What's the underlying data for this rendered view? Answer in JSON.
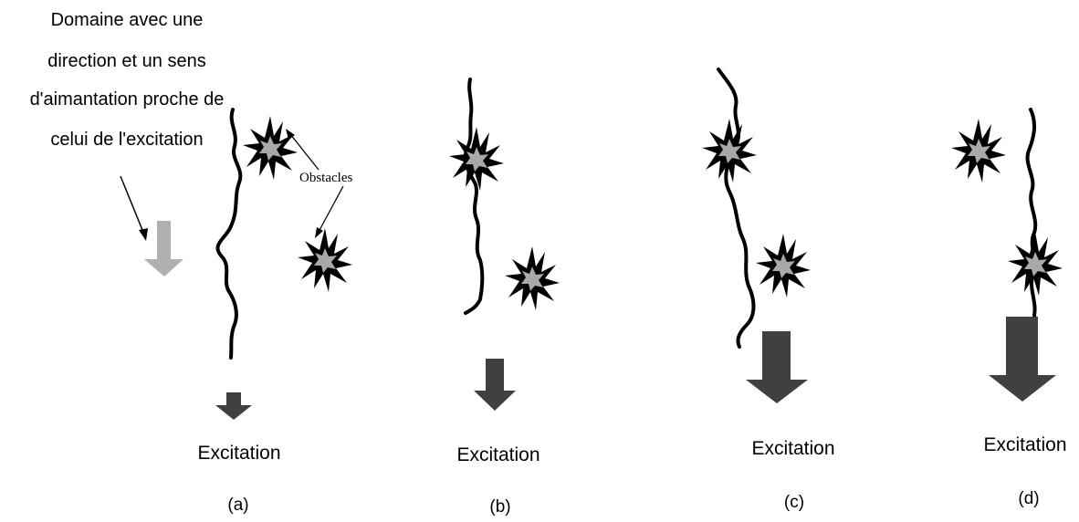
{
  "domain_note_label": {
    "line1": "Domaine avec une",
    "line2": "direction et un sens",
    "line3": "d'aimantation proche de",
    "line4": "celui de l'excitation"
  },
  "obstacles_label": "Obstacles",
  "panels": [
    {
      "excitation_label": "Excitation",
      "caption": "(a)"
    },
    {
      "excitation_label": "Excitation",
      "caption": "(b)"
    },
    {
      "excitation_label": "Excitation",
      "caption": "(c)"
    },
    {
      "excitation_label": "Excitation",
      "caption": "(d)"
    }
  ],
  "colors": {
    "wall": "#000000",
    "obstacle_outer": "#000000",
    "obstacle_inner": "#a9a9a9",
    "excitation_arrow": "#404040",
    "domain_arrow": "#b0b0b0"
  }
}
